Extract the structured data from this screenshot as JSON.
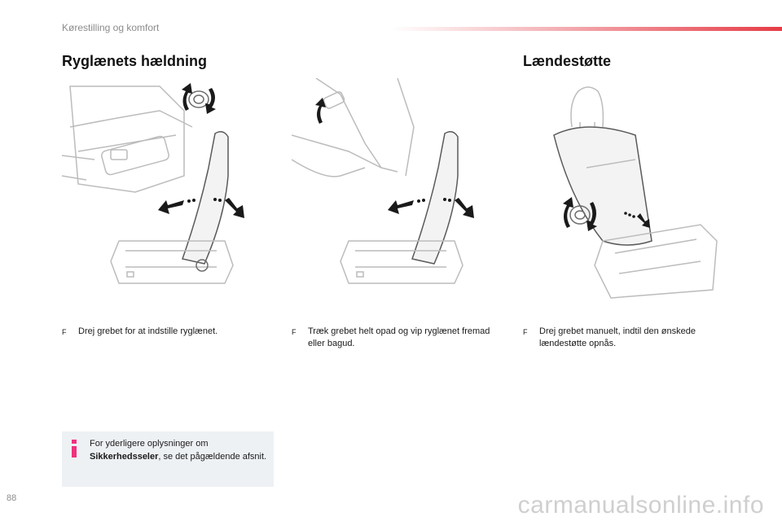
{
  "header": {
    "section": "Kørestilling og komfort"
  },
  "colors": {
    "accent": "#e63c46",
    "info_icon": "#f0317f",
    "info_bg": "#eef1f4"
  },
  "left": {
    "title": "Ryglænets hældning",
    "steps": [
      {
        "bullet": "F",
        "text": "Drej grebet for at indstille ryglænet."
      },
      {
        "bullet": "F",
        "text": "Træk grebet helt opad og vip ryglænet fremad eller bagud."
      }
    ]
  },
  "right": {
    "title": "Lændestøtte",
    "steps": [
      {
        "bullet": "F",
        "text": "Drej grebet manuelt, indtil den ønskede lændestøtte opnås."
      }
    ]
  },
  "info": {
    "icon": "info-icon",
    "text_before": "For yderligere oplysninger om ",
    "text_bold": "Sikkerhedsseler",
    "text_after": ", se det pågældende afsnit."
  },
  "footer": {
    "page_number": "88",
    "watermark": "carmanualsonline.info"
  }
}
